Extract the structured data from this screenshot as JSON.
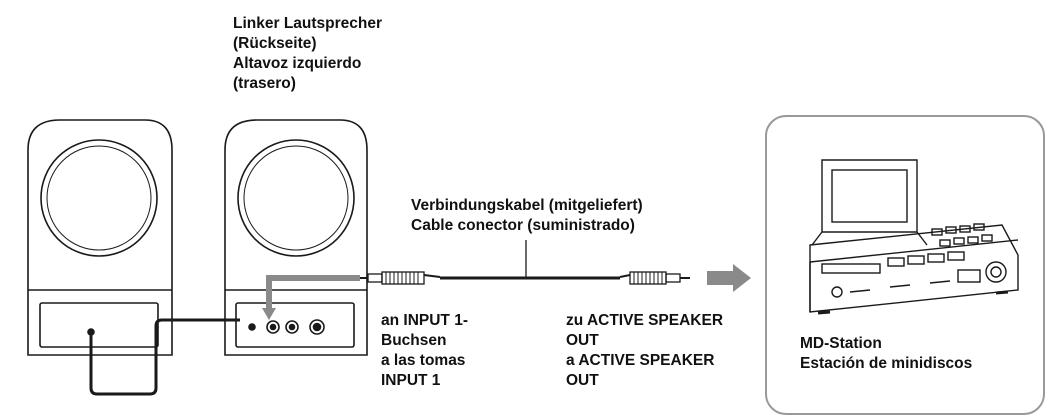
{
  "labels": {
    "left_speaker_rear": [
      "Linker Lautsprecher",
      "(Rückseite)",
      "Altavoz izquierdo",
      "(trasero)"
    ],
    "cable": [
      "Verbindungskabel (mitgeliefert)",
      "Cable conector (suministrado)"
    ],
    "input_jacks": [
      "an INPUT 1-",
      "Buchsen",
      "a las tomas",
      "INPUT 1"
    ],
    "speaker_out": [
      "zu ACTIVE SPEAKER",
      "OUT",
      "a ACTIVE SPEAKER",
      "OUT"
    ],
    "md_station": [
      "MD-Station",
      "Estación de minidiscos"
    ]
  },
  "colors": {
    "line": "#1a1a1a",
    "highlight": "#8a8a8a",
    "panel_border": "#999999"
  }
}
